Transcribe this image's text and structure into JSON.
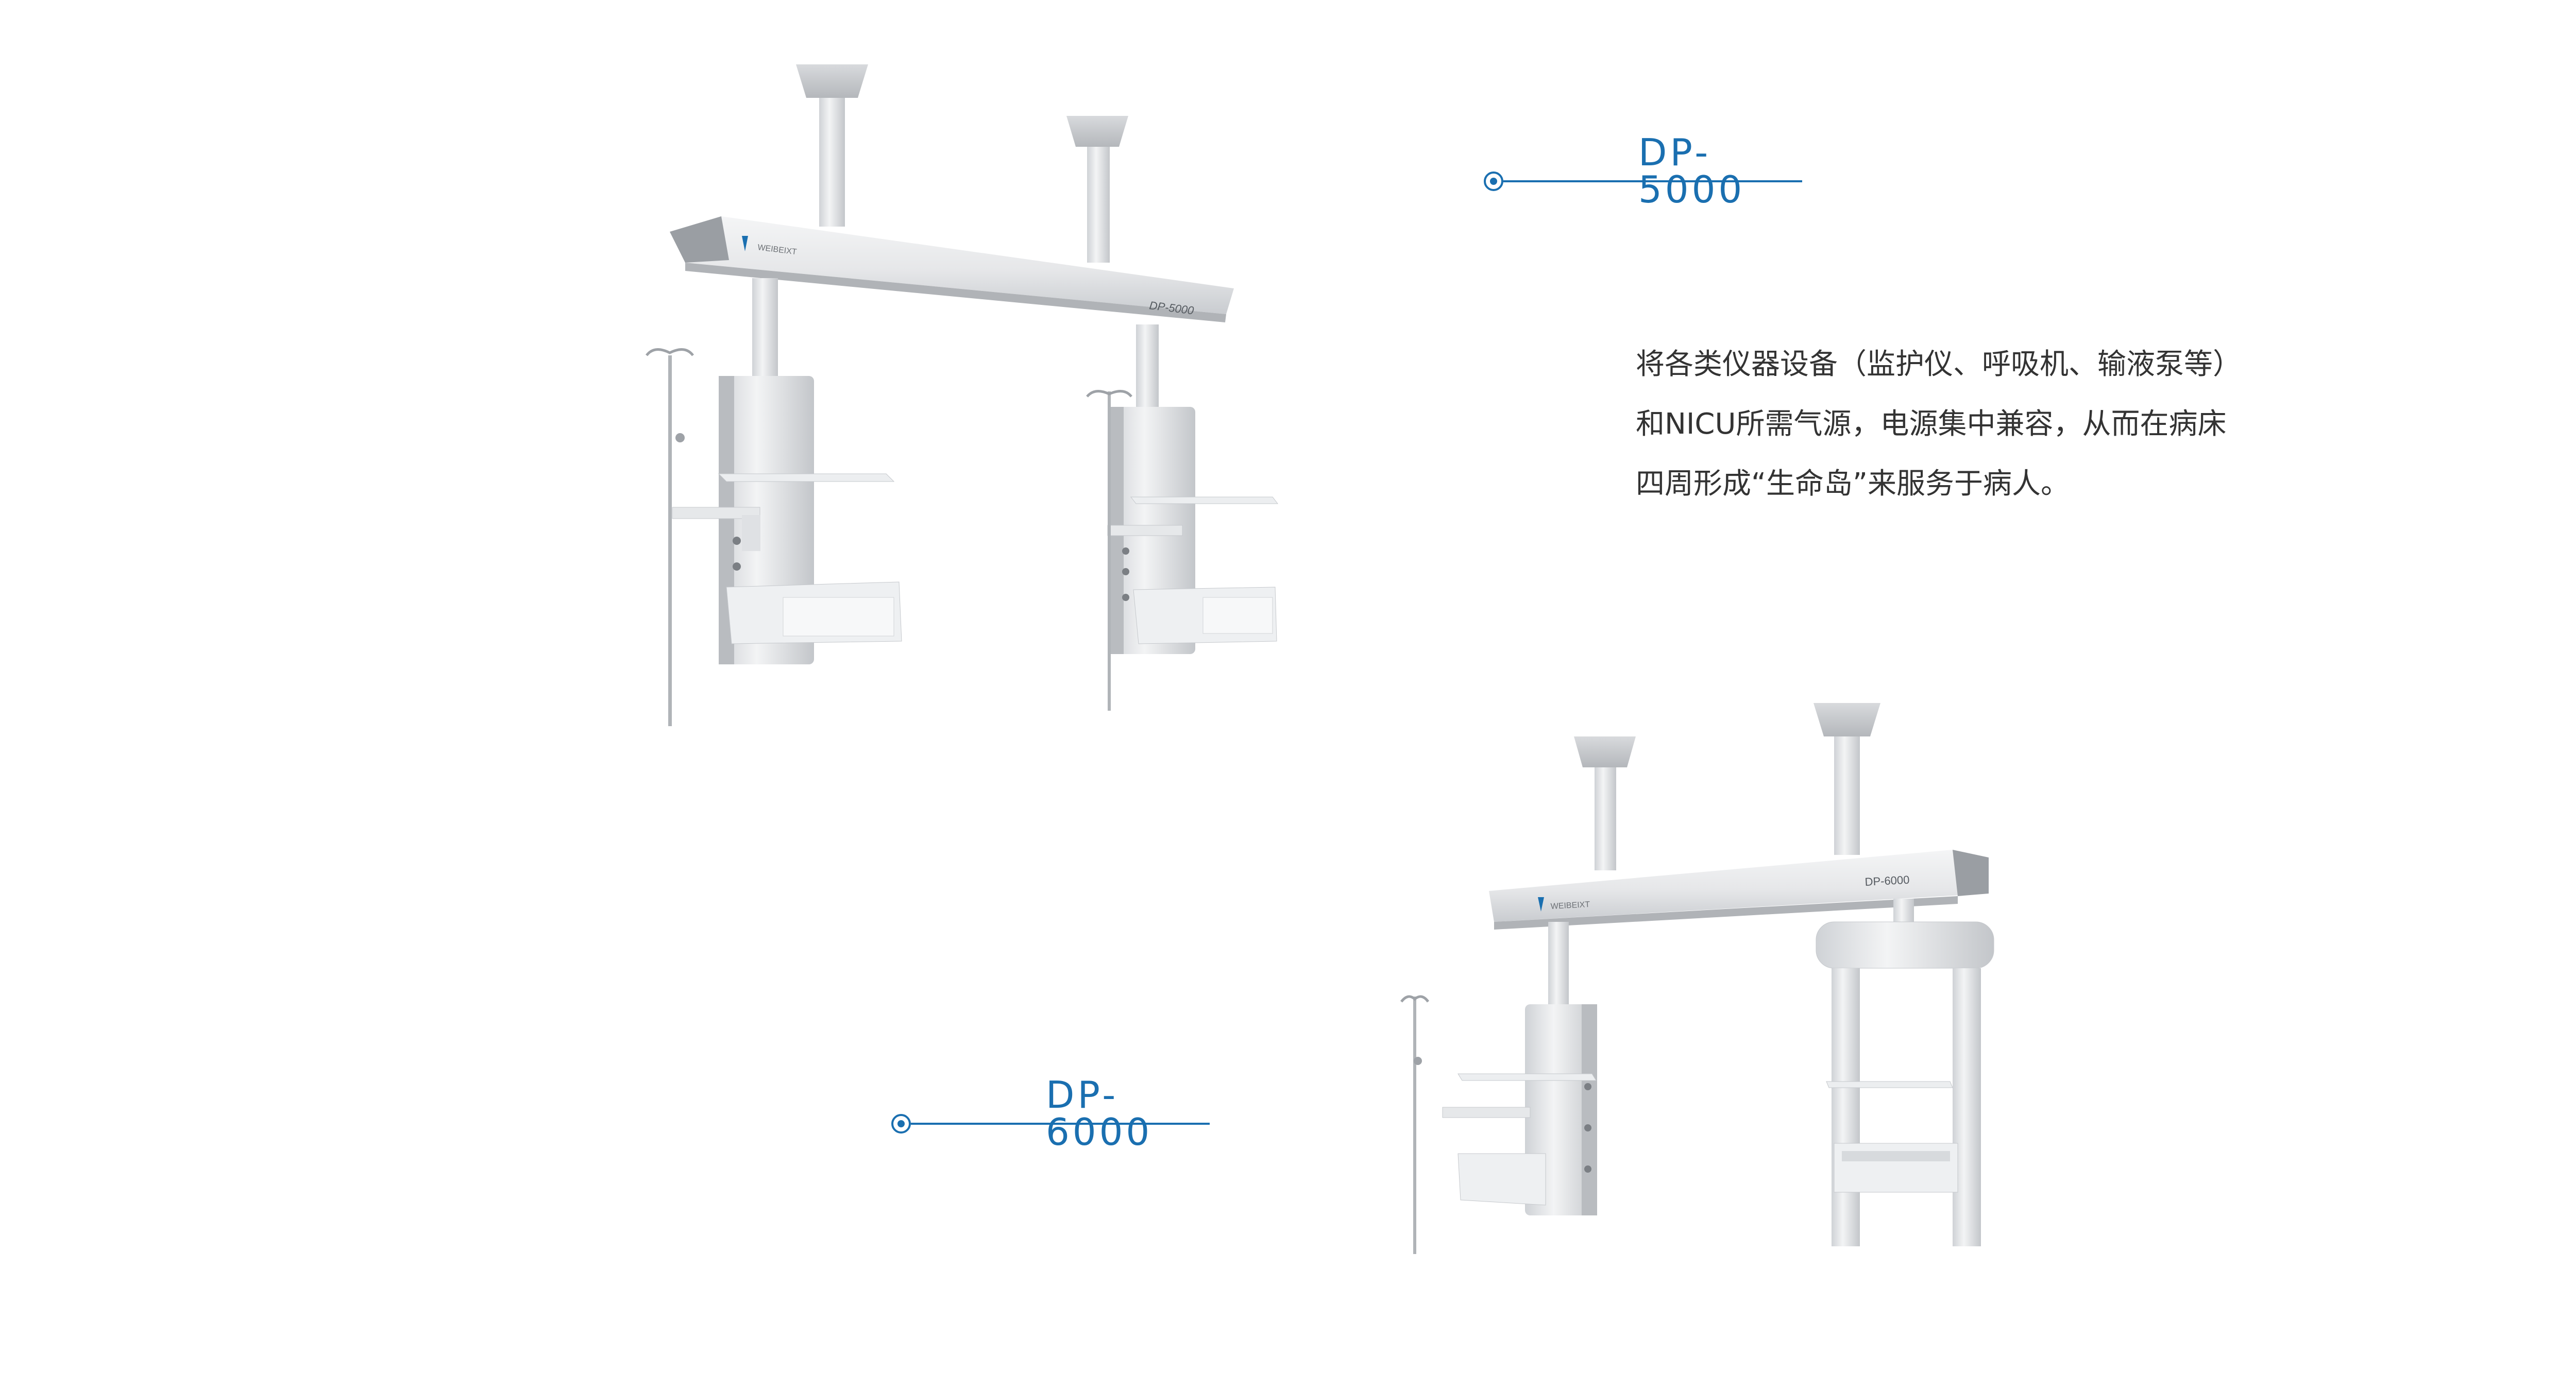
{
  "products": [
    {
      "model": "DP-5000",
      "body_label": "DP-5000",
      "brand_mark": "WEIBEIXT"
    },
    {
      "model": "DP-6000",
      "body_label": "DP-6000",
      "brand_mark": "WEIBEIXT"
    }
  ],
  "description": {
    "lines": [
      "将各类仪器设备（监护仪、呼吸机、输液泵等）",
      "和NICU所需气源，电源集中兼容，从而在病床",
      "四周形成“生命岛”来服务于病人。"
    ]
  },
  "colors": {
    "accent": "#1a6fb0",
    "text": "#333333",
    "metal": "#e8e9eb",
    "metal_dark": "#b9bcc0"
  }
}
